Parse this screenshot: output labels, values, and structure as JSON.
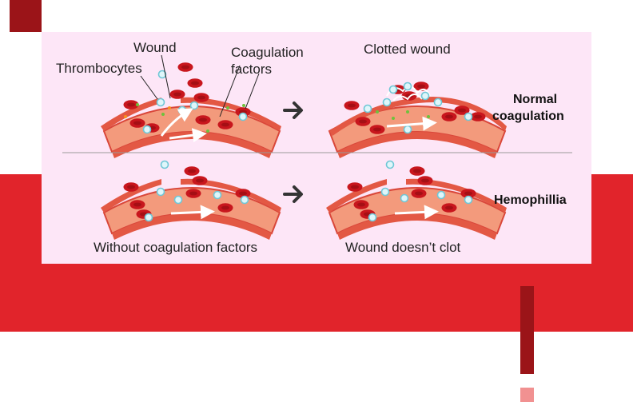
{
  "labels": {
    "wound": "Wound",
    "thrombocytes": "Thrombocytes",
    "coagulation_factors_line1": "Coagulation",
    "coagulation_factors_line2": "factors",
    "clotted_wound": "Clotted wound",
    "normal_line1": "Normal",
    "normal_line2": "coagulation",
    "hemophilia": "Hemophillia",
    "without_factors": "Without coagulation factors",
    "no_clot": "Wound doesn’t clot"
  },
  "colors": {
    "background": "#ffffff",
    "panel": "#fde6f7",
    "accent_red": "#e1242b",
    "dark_red": "#9b1418",
    "light_red": "#f19191",
    "vessel": "#e35844",
    "vessel_inner": "#f39a7c",
    "blood_cell": "#c8161d",
    "platelet": "#bfe8f0",
    "factor": "#6ec13c"
  },
  "icons": {
    "arrow": "right-arrow-icon",
    "vessel": "blood-vessel-icon"
  }
}
